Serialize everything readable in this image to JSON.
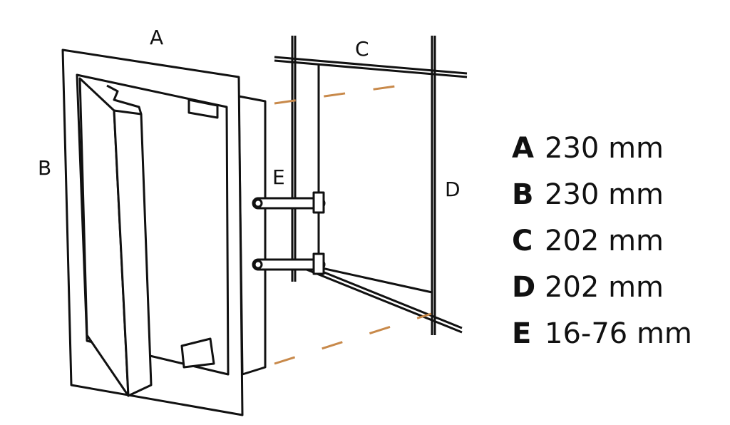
{
  "labels": {
    "a": "A",
    "b": "B",
    "c": "C",
    "d": "D",
    "e": "E"
  },
  "legend": [
    {
      "key": "A",
      "value": "230 mm"
    },
    {
      "key": "B",
      "value": "230 mm"
    },
    {
      "key": "C",
      "value": "202 mm"
    },
    {
      "key": "D",
      "value": "202 mm"
    },
    {
      "key": "E",
      "value": "16-76 mm"
    }
  ],
  "colors": {
    "line": "#111111",
    "dash": "#c8894a"
  }
}
